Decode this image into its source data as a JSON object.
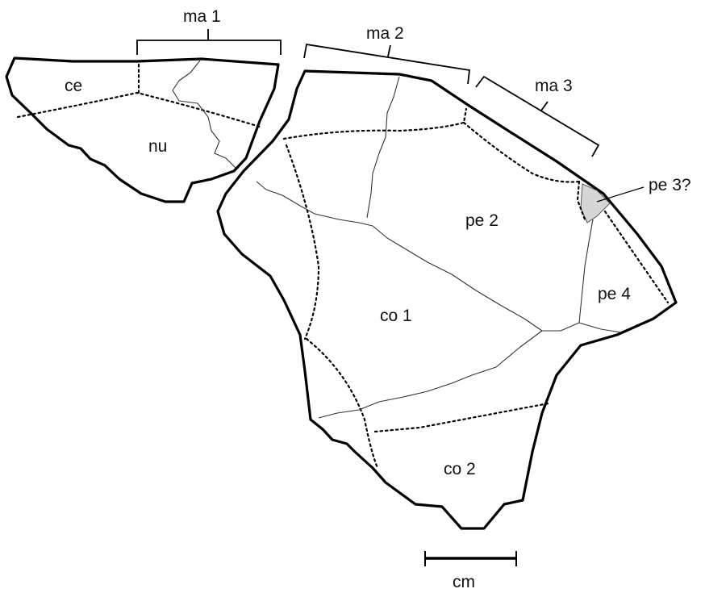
{
  "labels": {
    "ce": "ce",
    "nu": "nu",
    "ma1": "ma 1",
    "ma2": "ma 2",
    "ma3": "ma 3",
    "pe2": "pe 2",
    "pe3": "pe 3?",
    "pe4": "pe 4",
    "co1": "co 1",
    "co2": "co 2"
  },
  "scale_bar": {
    "unit": "cm"
  },
  "colors": {
    "line": "#000000",
    "shaded_scute": "#d6d6d6",
    "background": "#ffffff"
  }
}
